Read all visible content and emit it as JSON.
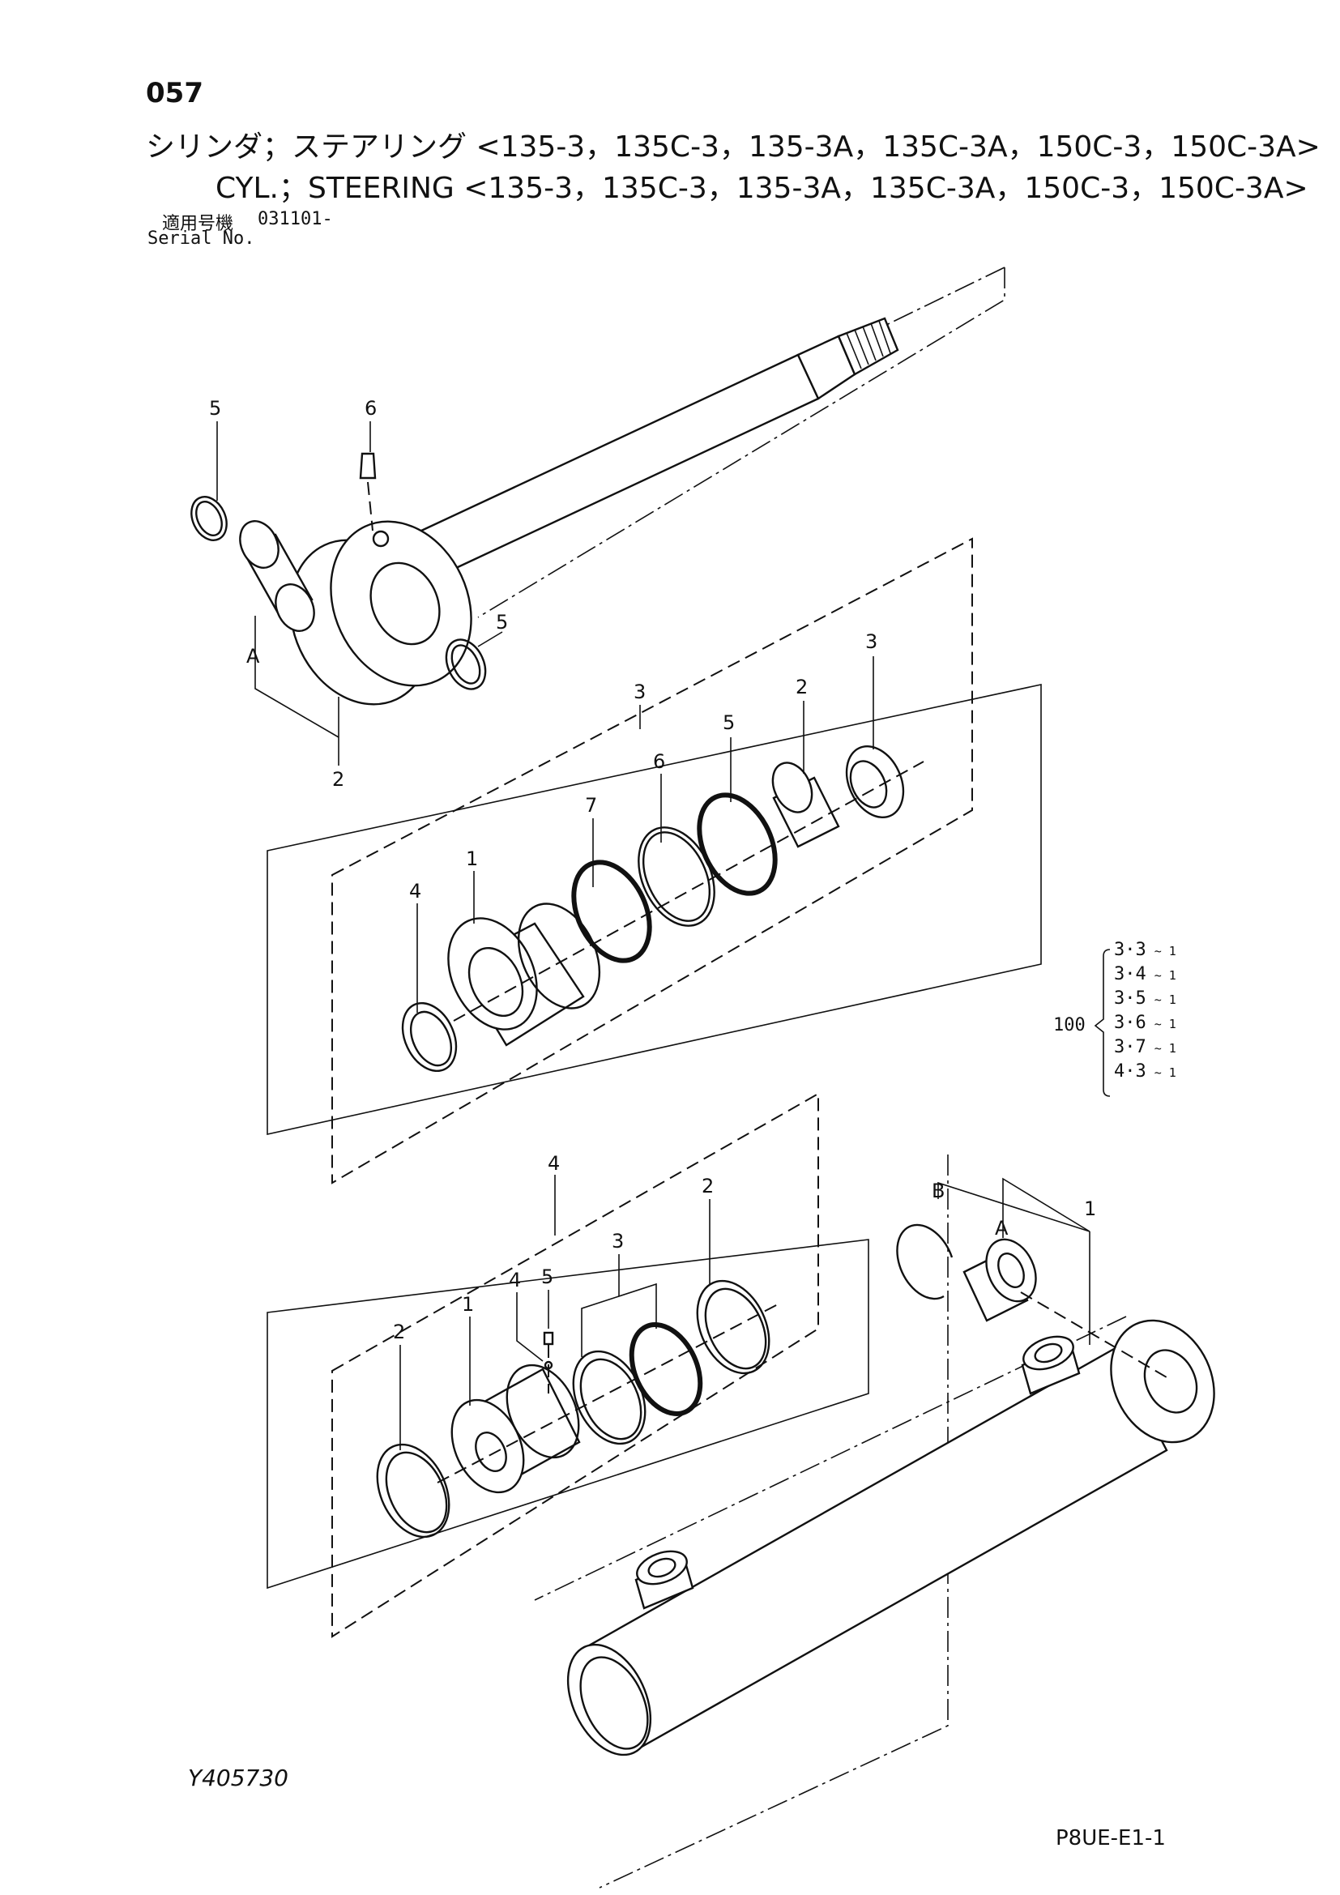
{
  "header": {
    "page_no": "057",
    "title_jp": "シリンダ；ステアリング <135-3，135C-3，135-3A，135C-3A，150C-3，150C-3A>",
    "title_en": "CYL.；STEERING <135-3，135C-3，135-3A，135C-3A，150C-3，150C-3A>",
    "serial_label_jp": "適用号機",
    "serial_value": "031101-",
    "serial_label_en": "Serial No."
  },
  "callouts": {
    "rod_assy": {
      "seal_left": "5",
      "grease_fitting": "6",
      "seal_right": "5",
      "group_a": "A",
      "rod_head": "2"
    },
    "gland_kit": {
      "kit": "3",
      "gland": "1",
      "backup_ring": "4",
      "oring": "7",
      "seal": "6",
      "packing": "5",
      "bushing": "2",
      "wiper": "3"
    },
    "piston_kit": {
      "kit": "4",
      "wear_ring_left": "2",
      "piston": "1",
      "set_screw": "4",
      "ball": "5",
      "seal_set": "3",
      "wear_ring_right": "2"
    },
    "tube_assy": {
      "assy": "1",
      "snap_ring": "B",
      "pin_bushing": "A"
    }
  },
  "kit_table": {
    "kit_no": "100",
    "rows": [
      {
        "item": "3·3",
        "qty": "~ 1"
      },
      {
        "item": "3·4",
        "qty": "~ 1"
      },
      {
        "item": "3·5",
        "qty": "~ 1"
      },
      {
        "item": "3·6",
        "qty": "~ 1"
      },
      {
        "item": "3·7",
        "qty": "~ 1"
      },
      {
        "item": "4·3",
        "qty": "~ 1"
      }
    ]
  },
  "footer": {
    "drawing_code": "Y405730",
    "page_code": "P8UE-E1-1"
  }
}
